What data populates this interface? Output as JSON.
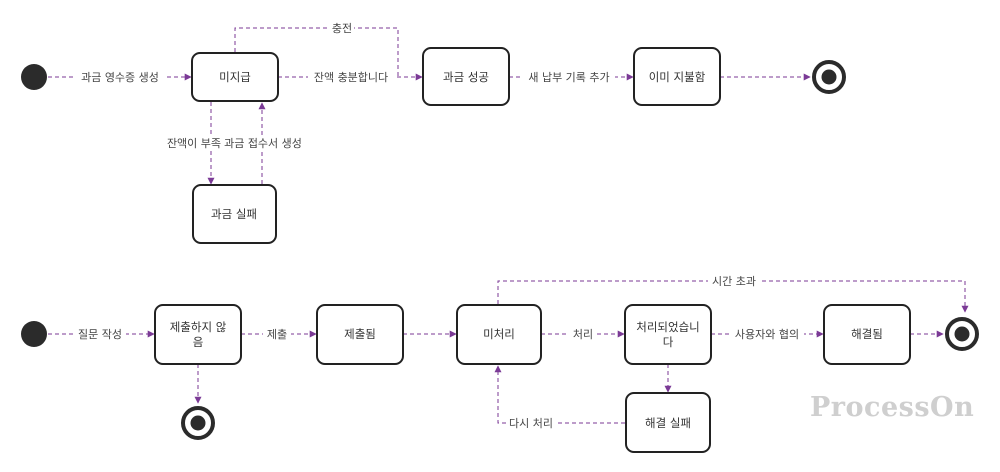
{
  "diagram": {
    "states": {
      "s_unpaid": "미지급",
      "s_fail_charge": "과금 실패",
      "s_charge_ok": "과금 성공",
      "s_paid": "이미 지불함",
      "s_not_submitted_1": "제출하지 않",
      "s_not_submitted_2": "음",
      "s_submitted": "제출됨",
      "s_unprocessed": "미처리",
      "s_processed_1": "처리되었습니",
      "s_processed_2": "다",
      "s_resolve_fail": "해결 실패",
      "s_resolved": "해결됨"
    },
    "transitions": {
      "t_create_receipt": "과금 영수증 생성",
      "t_recharge": "충전",
      "t_enough": "잔액 충분합니다",
      "t_add_record": "새 납부 기록 추가",
      "t_insufficient": "잔액이 부족",
      "t_create_reception": "과금 접수서 생성",
      "t_write_question": "질문 작성",
      "t_submit": "제출",
      "t_timeout": "시간 초과",
      "t_process": "처리",
      "t_negotiate": "사용자와 협의",
      "t_reprocess": "다시 처리"
    }
  },
  "watermark": "ProcessOn"
}
